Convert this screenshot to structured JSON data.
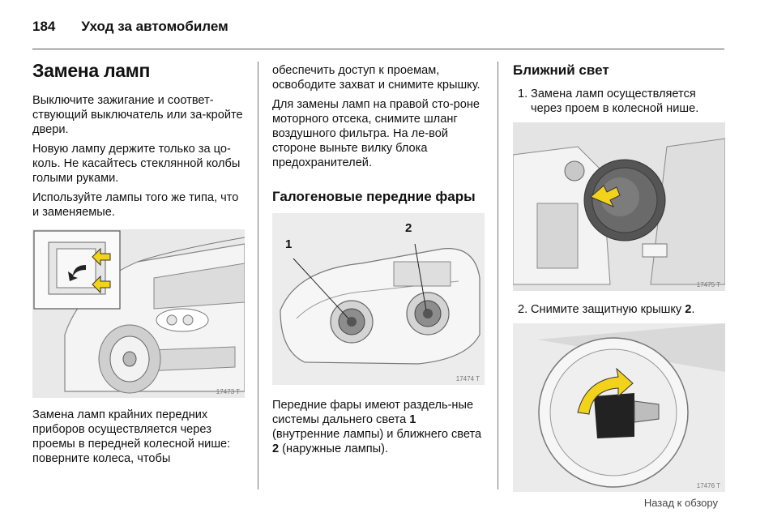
{
  "header": {
    "page_number": "184",
    "chapter": "Уход за автомобилем"
  },
  "col1": {
    "title": "Замена ламп",
    "paras": [
      "Выключите зажигание и соответ-ствующий выключатель или за-кройте двери.",
      "Новую лампу держите только за цо-коль. Не касайтесь стеклянной колбы голыми руками.",
      "Используйте лампы того же типа, что и заменяемые."
    ],
    "figure_code": "17473 T",
    "caption": "Замена ламп крайних передних приборов осуществляется через проемы в передней колесной нише: поверните колеса, чтобы"
  },
  "col2": {
    "para1": "обеспечить доступ к проемам, освободите захват и снимите крышку.",
    "para2": "Для замены ламп на правой сто-роне моторного отсека, снимите шланг воздушного фильтра. На ле-вой стороне выньте вилку блока предохранителей.",
    "subheading": "Галогеновые передние фары",
    "figure_labels": [
      "1",
      "2"
    ],
    "figure_code": "17474 T",
    "caption_part1": "Передние фары имеют раздель-ные системы дальнего света ",
    "caption_bold1": "1",
    "caption_part2": " (внутренние лампы) и ближнего света ",
    "caption_bold2": "2",
    "caption_part3": " (наружные лампы)."
  },
  "col3": {
    "subheading": "Ближний свет",
    "step1_num": "1.",
    "step1_text": "Замена ламп осуществляется через проем в колесной нише.",
    "figure1_code": "17475 T",
    "step2_num": "2.",
    "step2_text": "Снимите защитную крышку ",
    "step2_bold": "2",
    "step2_end": ".",
    "figure2_code": "17476 T"
  },
  "footer": {
    "link": "Назад к обзору"
  },
  "colors": {
    "arrow_yellow": "#f2d21b",
    "figure_bg": "#e9e9e9"
  }
}
